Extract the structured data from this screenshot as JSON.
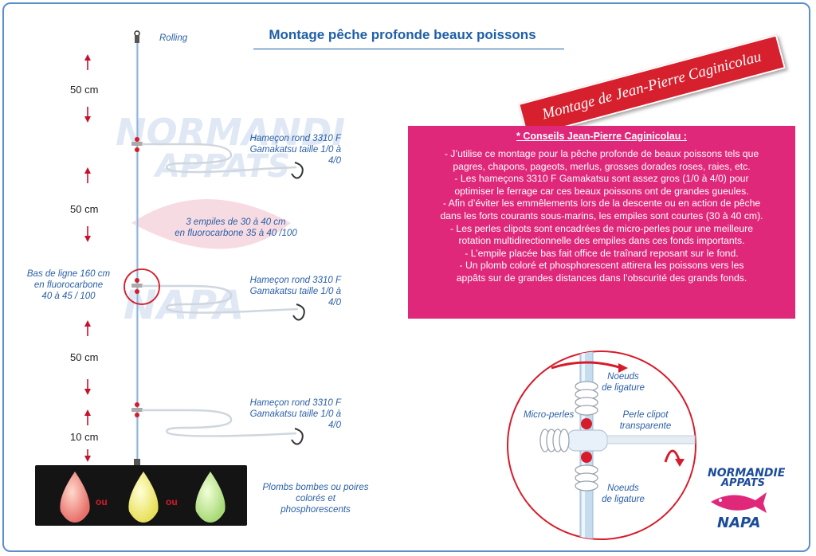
{
  "title": "Montage pêche profonde beaux poissons",
  "banner": "Montage de Jean-Pierre Caginicolau",
  "labels": {
    "rolling": "Rolling",
    "hook_line1": "Hameçon rond 3310 F",
    "hook_line2": "Gamakatsu taille 1/0 à 4/0",
    "empiles_line1": "3 empiles de 30 à 40 cm",
    "empiles_line2": "en fluorocarbone 35 à 40 /100",
    "bas_line1": "Bas de ligne 160 cm",
    "bas_line2": "en fluorocarbone",
    "bas_line3": "40 à 45 / 100",
    "sinker_line1": "Plombs bombes ou poires",
    "sinker_line2": "colorés et phosphorescents",
    "ou": "ou"
  },
  "distances": [
    "50 cm",
    "50 cm",
    "50 cm",
    "10 cm"
  ],
  "tips": {
    "title": "* Conseils Jean-Pierre Caginicolau :",
    "lines": [
      "- J’utilise ce montage pour la pêche profonde de beaux poissons tels que",
      "pagres, chapons, pageots, merlus, grosses dorades roses, raies, etc.",
      "- Les hameçons 3310 F Gamakatsu sont assez gros (1/0 à 4/0) pour",
      "optimiser le ferrage car ces beaux poissons ont de grandes gueules.",
      "- Afin d’éviter les emmêlements lors de la descente ou en action de pêche",
      "dans les forts courants sous-marins, les empiles sont courtes (30 à 40 cm).",
      "- Les perles clipots sont encadrées de micro-perles pour une meilleure",
      "rotation multidirectionnelle des empiles dans ces fonds importants.",
      "- L’empile placée bas fait office de traînard reposant sur le fond.",
      "- Un plomb coloré et phosphorescent attirera les poissons vers les",
      "appâts sur de grandes distances dans l’obscurité des grands fonds."
    ]
  },
  "detail": {
    "noeuds_top_1": "Noeuds",
    "noeuds_top_2": "de ligature",
    "micro": "Micro-perles",
    "perle_1": "Perle clipot",
    "perle_2": "transparente",
    "noeuds_bot_1": "Noeuds",
    "noeuds_bot_2": "de ligature"
  },
  "logo": {
    "line1": "NORMANDIE",
    "line2": "APPATS",
    "line3": "NAPA"
  },
  "colors": {
    "title_blue": "#1f5fa8",
    "banner_red": "#d6202e",
    "tips_pink": "#e0287b",
    "arrow_red": "#c8102e",
    "line_blue": "#8fb4d8"
  }
}
